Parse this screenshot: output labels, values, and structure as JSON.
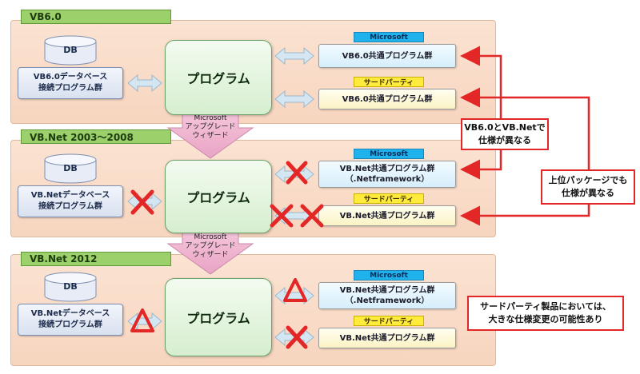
{
  "sections": [
    {
      "title": "VB6.0",
      "db": {
        "name": "DB",
        "line1": "VB6.0データベース",
        "line2": "接続プログラム群"
      },
      "program": "プログラム",
      "ms": {
        "tag": "Microsoft",
        "line1": "VB6.0共通プログラム群",
        "line2": ""
      },
      "tp": {
        "tag": "サードパーティ",
        "line1": "VB6.0共通プログラム群"
      }
    },
    {
      "title": "VB.Net 2003～2008",
      "db": {
        "name": "DB",
        "line1": "VB.Netデータベース",
        "line2": "接続プログラム群"
      },
      "program": "プログラム",
      "ms": {
        "tag": "Microsoft",
        "line1": "VB.Net共通プログラム群",
        "line2": "（.Netframework）"
      },
      "tp": {
        "tag": "サードパーティ",
        "line1": "VB.Net共通プログラム群"
      }
    },
    {
      "title": "VB.Net 2012",
      "db": {
        "name": "DB",
        "line1": "VB.Netデータベース",
        "line2": "接続プログラム群"
      },
      "program": "プログラム",
      "ms": {
        "tag": "Microsoft",
        "line1": "VB.Net共通プログラム群",
        "line2": "（.Netframework）"
      },
      "tp": {
        "tag": "サードパーティ",
        "line1": "VB.Net共通プログラム群"
      }
    }
  ],
  "wizard": {
    "line1": "Microsoft",
    "line2": "アップグレード",
    "line3": "ウィザード"
  },
  "notes": {
    "diff_vb": {
      "line1": "VB6.0とVB.Netで",
      "line2": "仕様が異なる"
    },
    "diff_pkg": {
      "line1": "上位パッケージでも",
      "line2": "仕様が異なる"
    },
    "third_party": {
      "line1": "サードパーティ製品においては、",
      "line2": "大きな仕様変更の可能性あり"
    }
  },
  "colors": {
    "red": "#e32626",
    "arrow_blue": "#cfe3ef",
    "band": "#f7d5bf",
    "tag_green": "#9bd06a"
  }
}
